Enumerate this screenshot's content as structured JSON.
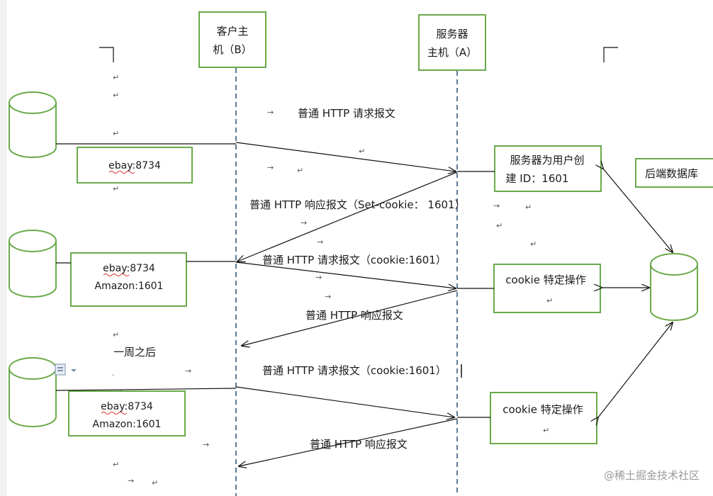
{
  "client_host": {
    "line1": "客户主",
    "line2": "机（B）"
  },
  "server_host": {
    "line1": "服务器",
    "line2": "主机（A）"
  },
  "messages": {
    "req1": "普通 HTTP 请求报文",
    "resp1": "普通 HTTP 响应报文（Set-cookie：  1601）",
    "req2": "普通 HTTP 请求报文（cookie:1601）",
    "resp2": "普通 HTTP 响应报文",
    "req3": "普通 HTTP 请求报文（cookie:1601）",
    "resp3": "普通 HTTP 响应报文"
  },
  "cookie_files": [
    {
      "lines": [
        "ebay:8734"
      ]
    },
    {
      "lines": [
        "ebay:8734",
        "Amazon:1601"
      ]
    },
    {
      "lines": [
        "ebay:8734",
        "Amazon:1601"
      ]
    }
  ],
  "server_boxes": {
    "create_id": {
      "line1": "服务器为用户创",
      "line2": "建 ID：1601"
    },
    "cookie_op_1": "cookie 特定操作",
    "cookie_op_2": "cookie 特定操作"
  },
  "backend_db": "后端数据库",
  "one_week_later": "一周之后",
  "watermark": "@稀土掘金技术社区",
  "colors": {
    "box_stroke": "#6aaa4a",
    "lifeline": "#3a5a7a",
    "arrow": "#111111"
  }
}
